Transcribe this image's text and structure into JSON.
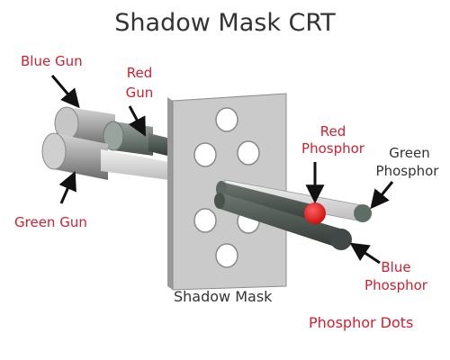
{
  "title": "Shadow Mask CRT",
  "labels": {
    "blue_gun": "Blue Gun",
    "red_gun_line1": "Red",
    "red_gun_line2": "Gun",
    "green_gun": "Green Gun",
    "shadow_mask": "Shadow Mask",
    "red_phosphor_line1": "Red",
    "red_phosphor_line2": "Phosphor",
    "green_phosphor_line1": "Green",
    "green_phosphor_line2": "Phosphor",
    "blue_phosphor_line1": "Blue",
    "blue_phosphor_line2": "Phosphor",
    "phosphor_dots": "Phosphor Dots"
  },
  "colors": {
    "label_red": "#d02030",
    "title_dark": "#333333",
    "mask_gray": "#c9c9c9",
    "red_dot": "#e01818",
    "green_dot": "#5e6e66",
    "blue_dot": "#404848"
  }
}
